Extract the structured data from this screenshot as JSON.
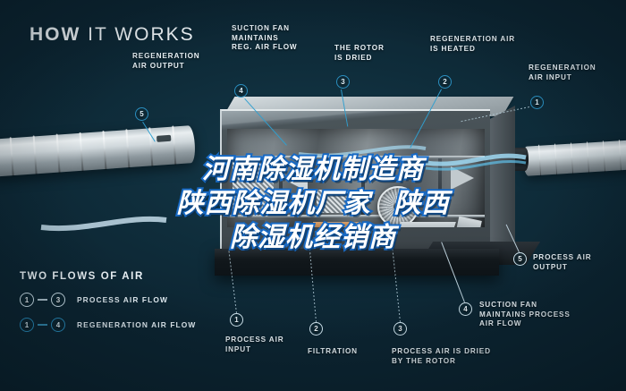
{
  "header": {
    "title_bold": "HOW",
    "title_light": "IT WORKS"
  },
  "colors": {
    "background": "#0e2b38",
    "accent_cyan": "#2f9fd0",
    "label_text": "#e8f1f6",
    "overlay_text": "#ffffff",
    "overlay_stroke": "#1769c4"
  },
  "callouts": [
    {
      "id": "regeneration-air-output",
      "number": "5",
      "label": "REGENERATION\nAIR OUTPUT"
    },
    {
      "id": "suction-fan-reg",
      "number": "4",
      "label": "SUCTION FAN\nMAINTAINS\nREG. AIR FLOW"
    },
    {
      "id": "rotor-is-dried",
      "number": "3",
      "label": "THE ROTOR\nIS DRIED"
    },
    {
      "id": "regeneration-air-heated",
      "number": "2",
      "label": "REGENERATION AIR\nIS HEATED"
    },
    {
      "id": "regeneration-air-input",
      "number": "1",
      "label": "REGENERATION\nAIR INPUT"
    },
    {
      "id": "process-air-output",
      "number": "5",
      "label": "PROCESS AIR\nOUTPUT"
    },
    {
      "id": "suction-fan-process",
      "number": "4",
      "label": "SUCTION FAN\nMAINTAINS PROCESS\nAIR FLOW"
    },
    {
      "id": "process-air-input",
      "number": "1",
      "label": "PROCESS AIR\nINPUT"
    },
    {
      "id": "filtration",
      "number": "2",
      "label": "FILTRATION"
    },
    {
      "id": "process-air-dried",
      "number": "3",
      "label": "PROCESS AIR IS DRIED\nBY THE ROTOR"
    }
  ],
  "legend": {
    "title": "TWO FLOWS OF AIR",
    "rows": [
      {
        "from": "1",
        "to": "3",
        "dash": "–",
        "label": "PROCESS AIR FLOW",
        "style": "white"
      },
      {
        "from": "1",
        "to": "4",
        "dash": "–",
        "label": "REGENERATION AIR FLOW",
        "style": "cyan"
      }
    ]
  },
  "overlay": {
    "line1": "河南除湿机制造商",
    "line2_a": "陕西除湿机厂家",
    "line2_b": "陕西",
    "line3": "除湿机经销商"
  }
}
